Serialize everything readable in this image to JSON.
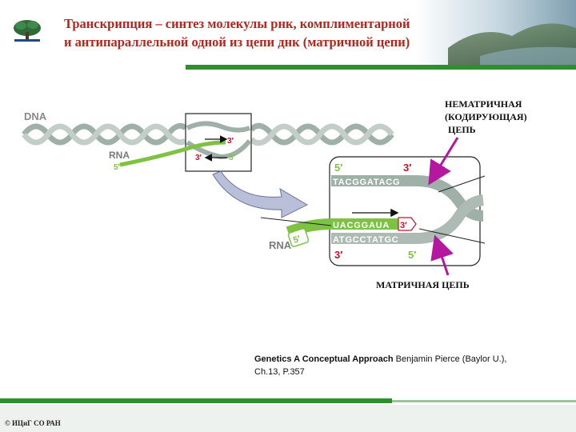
{
  "header": {
    "title_line1": "Транскрипция – синтез молекулы рнк, комплиментарной",
    "title_line2": "и антипараллельной одной из цепи днк (матричной цепи)"
  },
  "diagram": {
    "dna_label": "DNA",
    "rna_label_small": "RNA",
    "rna_label_zoom": "RNA",
    "inset_top_3prime": "3′",
    "inset_bottom_3prime": "3′",
    "inset_bottom_5prime": "5′",
    "rna_5prime_small": "5′",
    "zoom_top_5prime": "5′",
    "zoom_top_3prime": "3′",
    "zoom_top_sequence": "TACGGATACG",
    "zoom_rna_sequence": "UACGGAUA",
    "zoom_rna_3prime": "3′",
    "zoom_rna_5prime": "5′",
    "zoom_bottom_sequence": "ATGCCTATGC",
    "zoom_bottom_3prime": "3′",
    "zoom_bottom_5prime": "5′",
    "nontemplate_line1": "НЕМАТРИЧНАЯ",
    "nontemplate_line2": "(КОДИРУЮЩАЯ)",
    "nontemplate_line3": "ЦЕПЬ",
    "template_label": "МАТРИЧНАЯ ЦЕПЬ"
  },
  "citation": {
    "bold": "Genetics A Conceptual Approach",
    "rest": " Benjamin Pierce (Baylor U.),",
    "line2": "Ch.13, P.357"
  },
  "footer": {
    "copyright": "© ИЦиГ СО РАН"
  },
  "colors": {
    "title": "#b3261e",
    "dna_strand": "#9fb0a8",
    "rna_strand": "#7dc242",
    "prime_label": "#c8102e",
    "arrow_magenta": "#b5179e",
    "green_rule": "#2f8f2f"
  }
}
